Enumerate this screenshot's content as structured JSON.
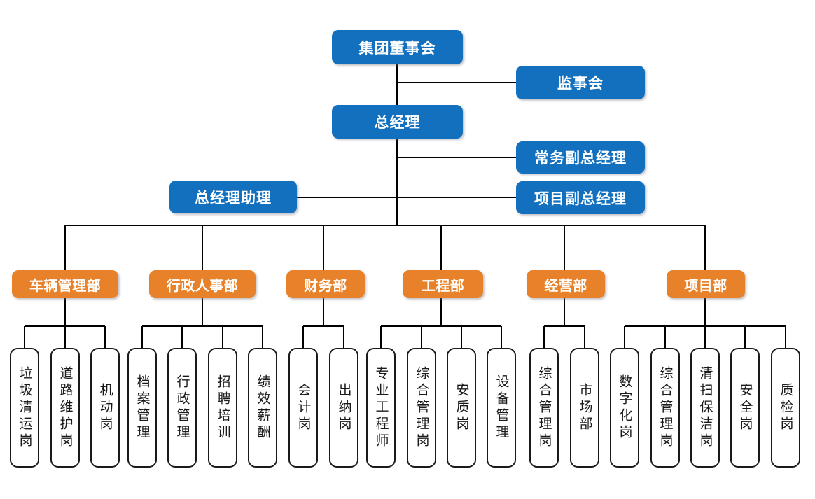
{
  "colors": {
    "executive_fill": "#1270BF",
    "department_fill": "#E8822A",
    "leaf_fill": "#FFFFFF",
    "leaf_border": "#1A1A1A",
    "connector": "#000000",
    "background": "#FFFFFF"
  },
  "chart": {
    "type": "org-chart",
    "title": ""
  },
  "executive": {
    "board": "集团董事会",
    "supervisory": "监事会",
    "general_manager": "总经理",
    "executive_deputy": "常务副总经理",
    "project_deputy": "项目副总经理",
    "gm_assistant": "总经理助理"
  },
  "departments": [
    {
      "name": "车辆管理部",
      "positions": [
        "垃圾清运岗",
        "道路维护岗",
        "机动岗"
      ]
    },
    {
      "name": "行政人事部",
      "positions": [
        "档案管理",
        "行政管理",
        "招聘培训",
        "绩效薪酬"
      ]
    },
    {
      "name": "财务部",
      "positions": [
        "会计岗",
        "出纳岗"
      ]
    },
    {
      "name": "工程部",
      "positions": [
        "专业工程师",
        "综合管理岗",
        "安质岗",
        "设备管理"
      ]
    },
    {
      "name": "经营部",
      "positions": [
        "综合管理岗",
        "市场部"
      ]
    },
    {
      "name": "项目部",
      "positions": [
        "数字化岗",
        "综合管理岗",
        "清扫保洁岗",
        "安全岗",
        "质检岗"
      ]
    }
  ]
}
